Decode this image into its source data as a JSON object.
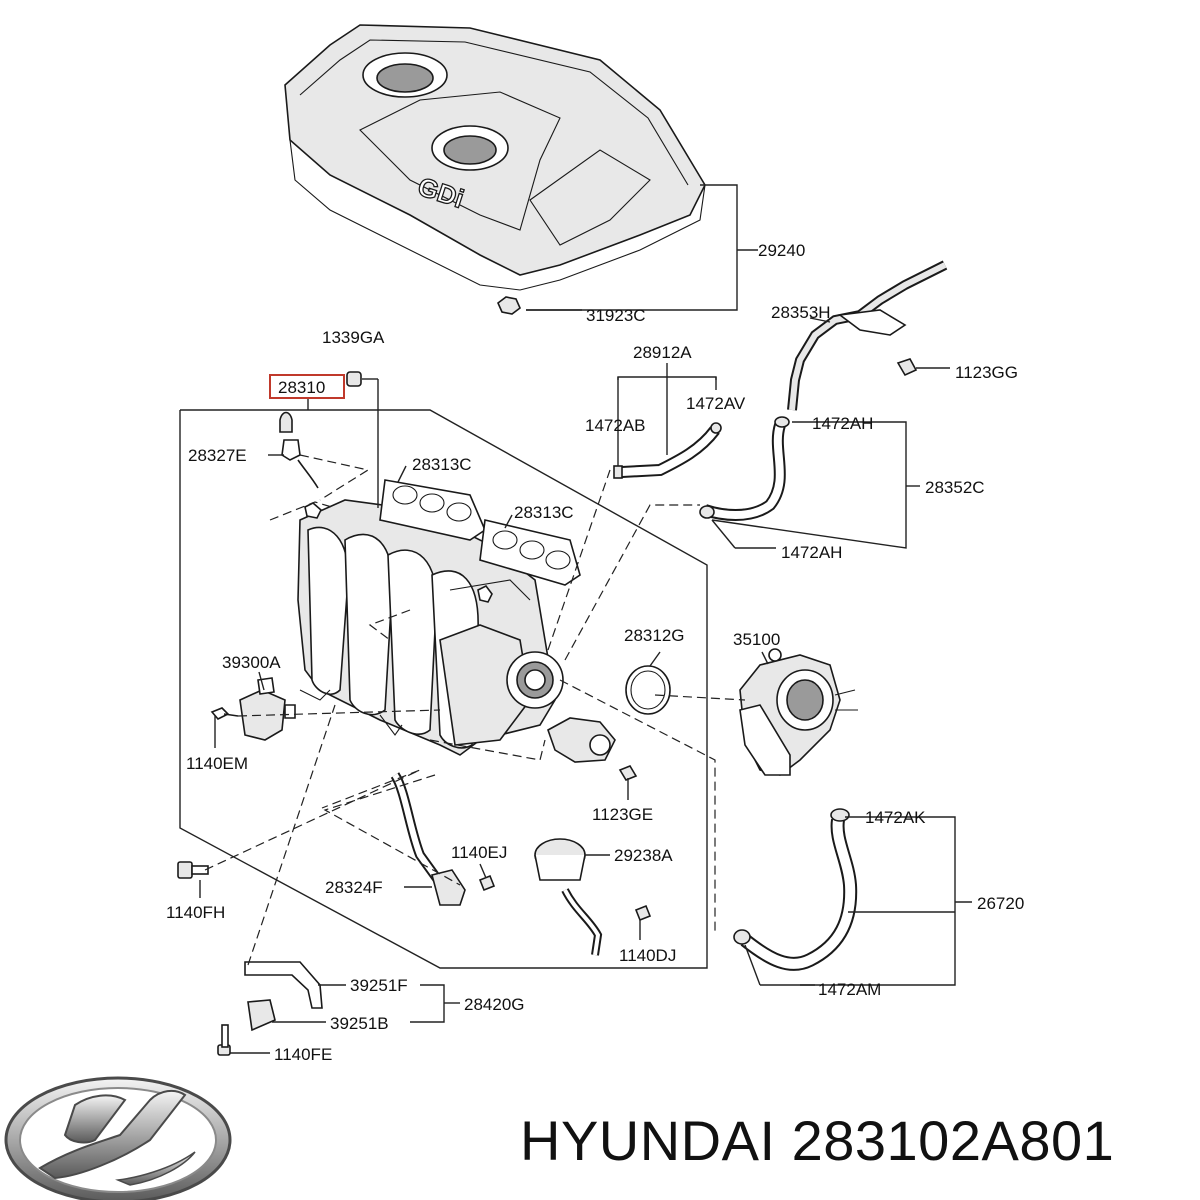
{
  "labels": {
    "p29240": "29240",
    "p31923C": "31923C",
    "p1339GA": "1339GA",
    "p28310": "28310",
    "p28327E": "28327E",
    "p28313C_a": "28313C",
    "p28313C_b": "28313C",
    "p28912A": "28912A",
    "p1472AB": "1472AB",
    "p1472AV": "1472AV",
    "p28353H": "28353H",
    "p1123GG": "1123GG",
    "p1472AH_a": "1472AH",
    "p28352C": "28352C",
    "p1472AH_b": "1472AH",
    "p28312G": "28312G",
    "p35100": "35100",
    "p39300A": "39300A",
    "p1140EM": "1140EM",
    "p1123GE": "1123GE",
    "p1472AK": "1472AK",
    "p26720": "26720",
    "p1140EJ": "1140EJ",
    "p29238A": "29238A",
    "p28324F": "28324F",
    "p1140FH": "1140FH",
    "p1140DJ": "1140DJ",
    "p1472AM": "1472AM",
    "p39251F": "39251F",
    "p28420G": "28420G",
    "p39251B": "39251B",
    "p1140FE": "1140FE"
  },
  "cover_emblem": "GDi",
  "highlight_color": "#c0392b",
  "footer": {
    "brand": "HYUNDAI",
    "part_number": "283102A801",
    "logo": "hyundai-logo"
  }
}
